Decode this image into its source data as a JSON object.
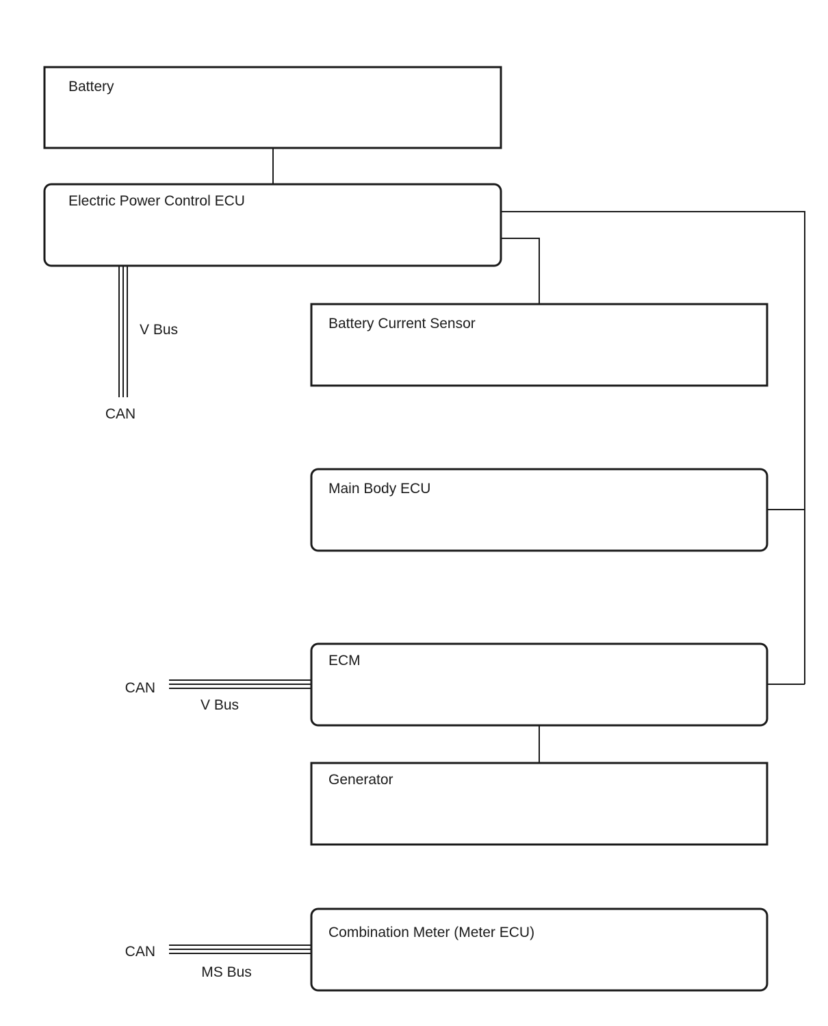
{
  "components": {
    "battery": "Battery",
    "epc_ecu": "Electric Power Control ECU",
    "battery_current_sensor": "Battery Current Sensor",
    "main_body_ecu": "Main Body ECU",
    "ecm": "ECM",
    "generator": "Generator",
    "combination_meter": "Combination Meter (Meter ECU)"
  },
  "buses": {
    "epc_can": {
      "network": "CAN",
      "bus": "V Bus"
    },
    "ecm_can": {
      "network": "CAN",
      "bus": "V Bus"
    },
    "meter_can": {
      "network": "CAN",
      "bus": "MS Bus"
    }
  }
}
